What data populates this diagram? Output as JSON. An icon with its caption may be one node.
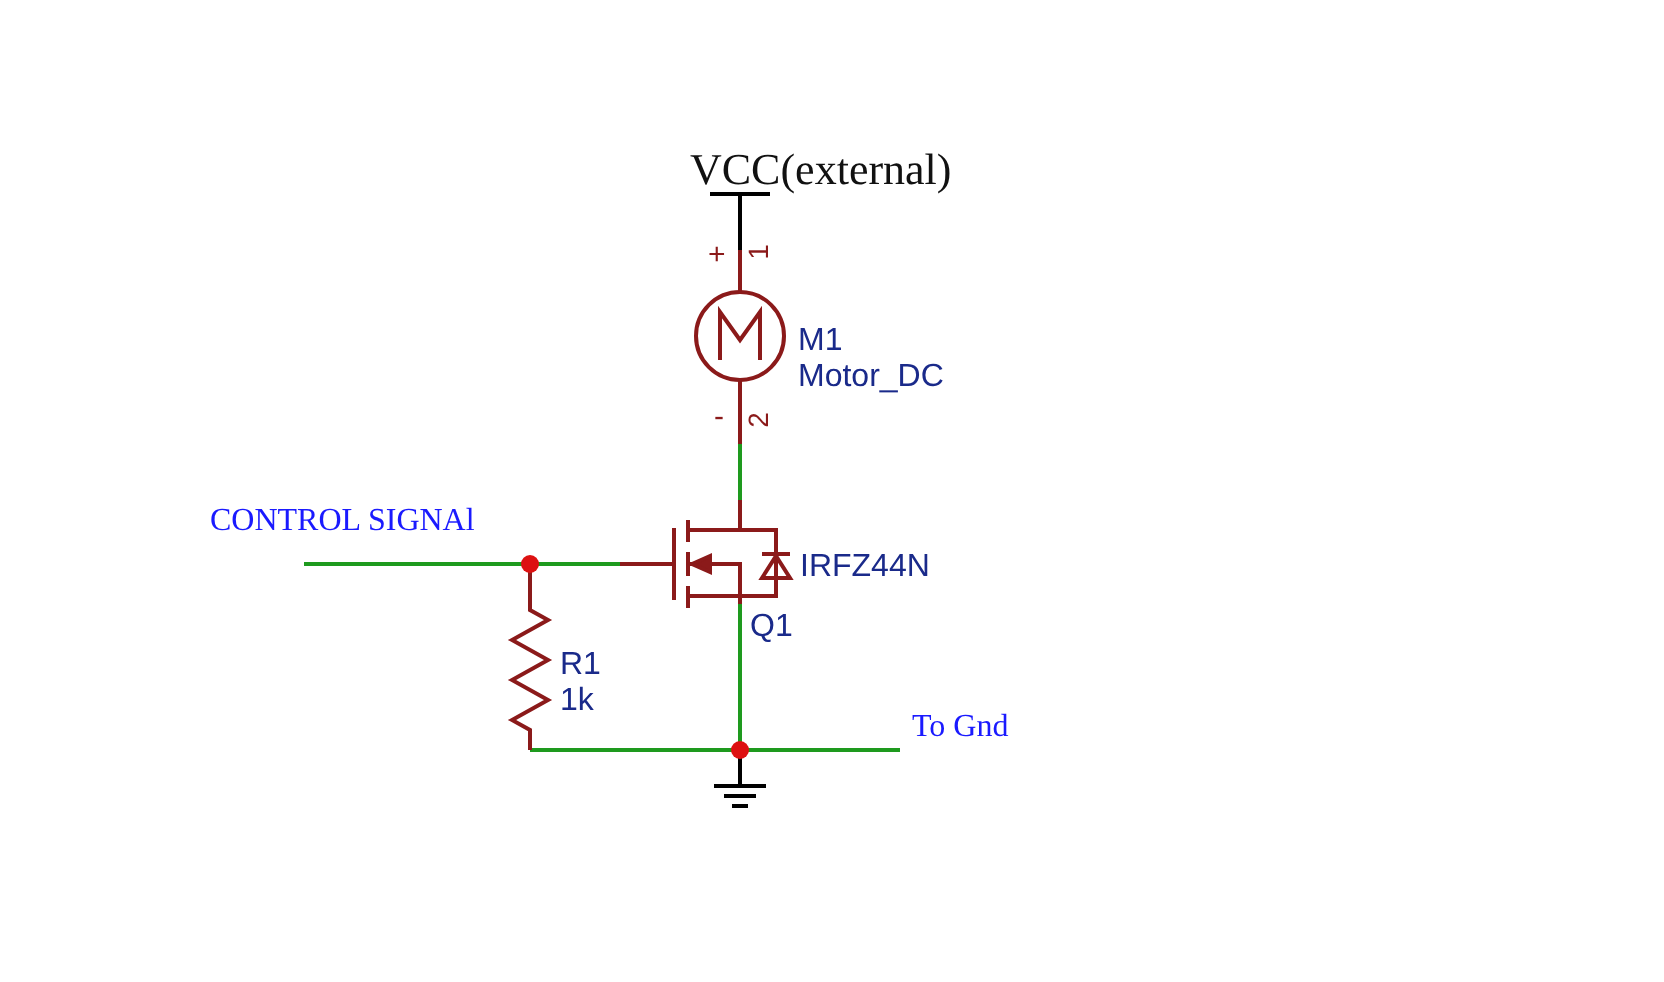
{
  "diagram": {
    "labels": [
      "VCC(external)",
      "+",
      "1",
      "M1",
      "Motor_DC",
      "-",
      "2",
      "CONTROL SIGNAl",
      "IRFZ44N",
      "Q1",
      "R1",
      "1k",
      "To Gnd"
    ]
  }
}
